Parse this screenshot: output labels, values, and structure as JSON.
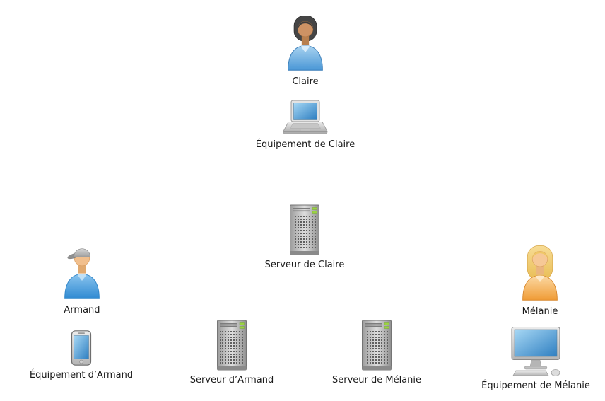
{
  "diagram": {
    "title": "",
    "nodes": [
      {
        "id": "claire",
        "label": "Claire",
        "icon": "person-woman-darkhair"
      },
      {
        "id": "equipement-claire",
        "label": "Équipement de Claire",
        "icon": "laptop"
      },
      {
        "id": "serveur-claire",
        "label": "Serveur de Claire",
        "icon": "server"
      },
      {
        "id": "armand",
        "label": "Armand",
        "icon": "person-man-cap"
      },
      {
        "id": "equipement-armand",
        "label": "Équipement d’Armand",
        "icon": "smartphone"
      },
      {
        "id": "serveur-armand",
        "label": "Serveur d’Armand",
        "icon": "server"
      },
      {
        "id": "serveur-melanie",
        "label": "Serveur de Mélanie",
        "icon": "server"
      },
      {
        "id": "melanie",
        "label": "Mélanie",
        "icon": "person-woman-blonde"
      },
      {
        "id": "equipement-melanie",
        "label": "Équipement de Mélanie",
        "icon": "desktop-computer"
      }
    ],
    "colors": {
      "background": "#ffffff",
      "label_text": "#1a1a1a",
      "screen_blue": "#2f7fc1",
      "shirt_blue": "#4a97d6",
      "shirt_orange": "#f09c36",
      "hair_blonde": "#e9bd55",
      "server_led_green": "#9ad341"
    }
  }
}
